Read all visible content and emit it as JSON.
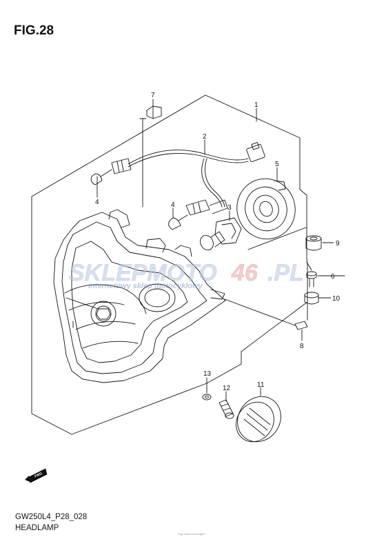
{
  "figure": {
    "title": "FIG.28",
    "model_code": "GW250L4_P28_028",
    "name": "HEADLAMP",
    "fine_print": "Page bottom text illegible"
  },
  "watermark": {
    "brand_main": "SKLEPMOTO",
    "brand_num": "46",
    "brand_tld": ".PL",
    "tagline": "internetowy sklep motocyklowy"
  },
  "callouts": [
    "1",
    "2",
    "3",
    "4",
    "4",
    "5",
    "6",
    "7",
    "8",
    "9",
    "10",
    "11",
    "12",
    "13"
  ],
  "fwd_label": "FWD",
  "colors": {
    "line": "#111111",
    "watermark_blue": "#b9c7e0",
    "watermark_red": "#e9a3a3"
  }
}
